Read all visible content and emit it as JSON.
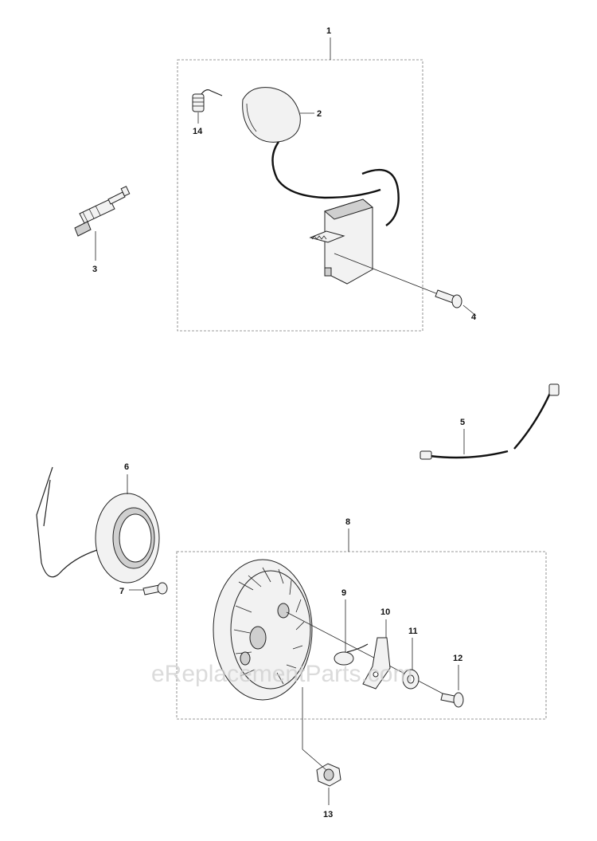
{
  "callouts": {
    "c1": "1",
    "c2": "2",
    "c3": "3",
    "c4": "4",
    "c5": "5",
    "c6": "6",
    "c7": "7",
    "c8": "8",
    "c9": "9",
    "c10": "10",
    "c11": "11",
    "c12": "12",
    "c13": "13",
    "c14": "14"
  },
  "watermark": "eReplacementParts.com"
}
